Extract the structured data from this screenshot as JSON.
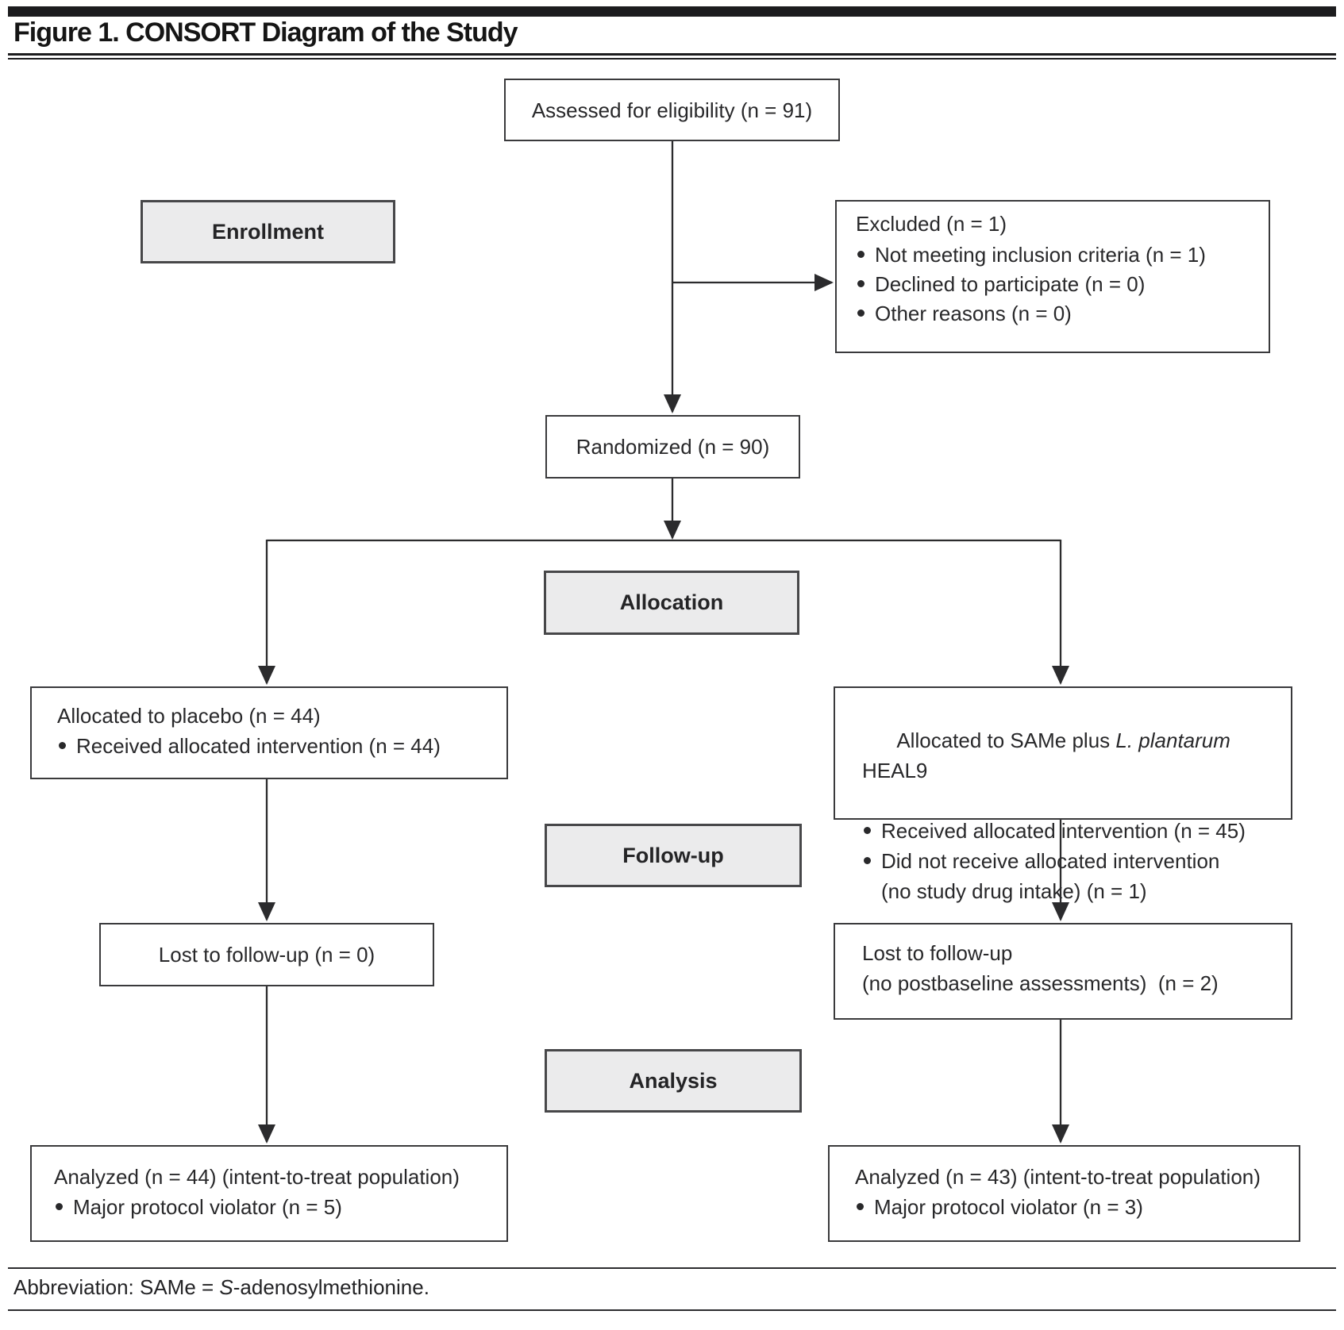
{
  "figure": {
    "title": "Figure 1. CONSORT Diagram of the Study",
    "footnote": {
      "prefix": "Abbreviation: SAMe = ",
      "italic_s": "S",
      "suffix": "-adenosylmethionine."
    }
  },
  "stages": {
    "enrollment": "Enrollment",
    "allocation": "Allocation",
    "followup": "Follow-up",
    "analysis": "Analysis"
  },
  "boxes": {
    "assessed": {
      "text": "Assessed for eligibility (n = 91)"
    },
    "excluded": {
      "title": "Excluded (n = 1)",
      "bullets": [
        "Not meeting inclusion criteria (n = 1)",
        "Declined to participate (n = 0)",
        "Other reasons (n = 0)"
      ]
    },
    "randomized": {
      "text": "Randomized (n = 90)"
    },
    "allocated_placebo": {
      "title": "Allocated to placebo (n = 44)",
      "bullets": [
        "Received allocated intervention (n = 44)"
      ]
    },
    "allocated_same": {
      "title_prefix": "Allocated to SAMe plus ",
      "title_italic": "L. plantarum",
      "title_suffix": " HEAL9",
      "bullet1": "Received allocated intervention (n = 45)",
      "bullet2_line1": "Did not receive allocated intervention",
      "bullet2_line2": "(no study drug intake) (n = 1)"
    },
    "lost_placebo": {
      "text": "Lost to follow-up (n = 0)"
    },
    "lost_same": {
      "line1": "Lost to follow-up",
      "line2": "(no postbaseline assessments)  (n = 2)"
    },
    "analyzed_placebo": {
      "title": "Analyzed (n = 44) (intent-to-treat population)",
      "bullets": [
        "Major protocol violator (n = 5)"
      ]
    },
    "analyzed_same": {
      "title": "Analyzed (n = 43) (intent-to-treat population)",
      "bullets": [
        "Major protocol violator (n = 3)"
      ]
    }
  },
  "colors": {
    "stage_fill": "#ebebec",
    "box_border": "#3a3a3c",
    "text": "#28282a",
    "rule": "#1c1c1e"
  }
}
